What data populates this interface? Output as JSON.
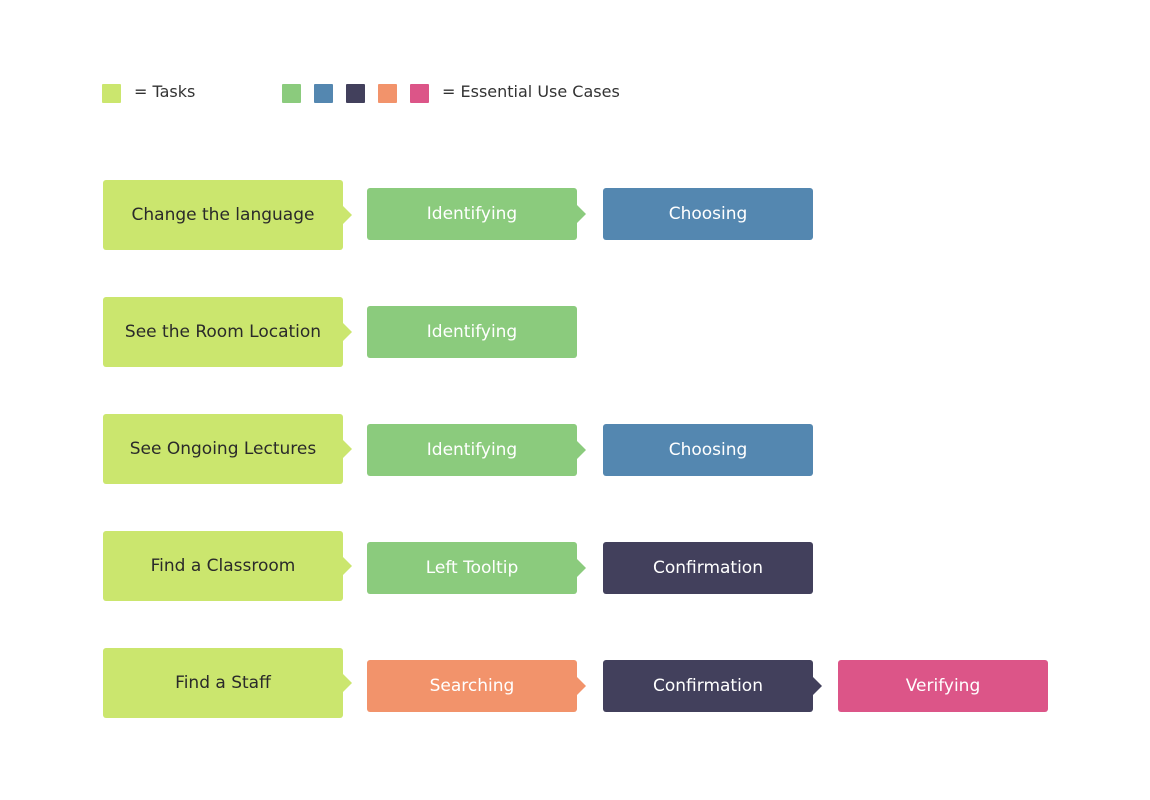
{
  "colors": {
    "task": "#cbe66e",
    "identifying": "#8bcb7d",
    "choosing": "#5487b0",
    "confirmation": "#42405c",
    "searching": "#f2936b",
    "verifying": "#dc5588"
  },
  "legend": {
    "tasks_label": "= Tasks",
    "use_cases_label": "= Essential Use Cases"
  },
  "rows": [
    {
      "task": "Change the language",
      "steps": [
        {
          "label": "Identifying",
          "kind": "identifying"
        },
        {
          "label": "Choosing",
          "kind": "choosing"
        }
      ]
    },
    {
      "task": "See the Room Location",
      "steps": [
        {
          "label": "Identifying",
          "kind": "identifying"
        }
      ]
    },
    {
      "task": "See Ongoing Lectures",
      "steps": [
        {
          "label": "Identifying",
          "kind": "identifying"
        },
        {
          "label": "Choosing",
          "kind": "choosing"
        }
      ]
    },
    {
      "task": "Find a Classroom",
      "steps": [
        {
          "label": "Left Tooltip",
          "kind": "identifying"
        },
        {
          "label": "Confirmation",
          "kind": "confirmation"
        }
      ]
    },
    {
      "task": "Find a Staff",
      "steps": [
        {
          "label": "Searching",
          "kind": "searching"
        },
        {
          "label": "Confirmation",
          "kind": "confirmation"
        },
        {
          "label": "Verifying",
          "kind": "verifying"
        }
      ]
    }
  ]
}
